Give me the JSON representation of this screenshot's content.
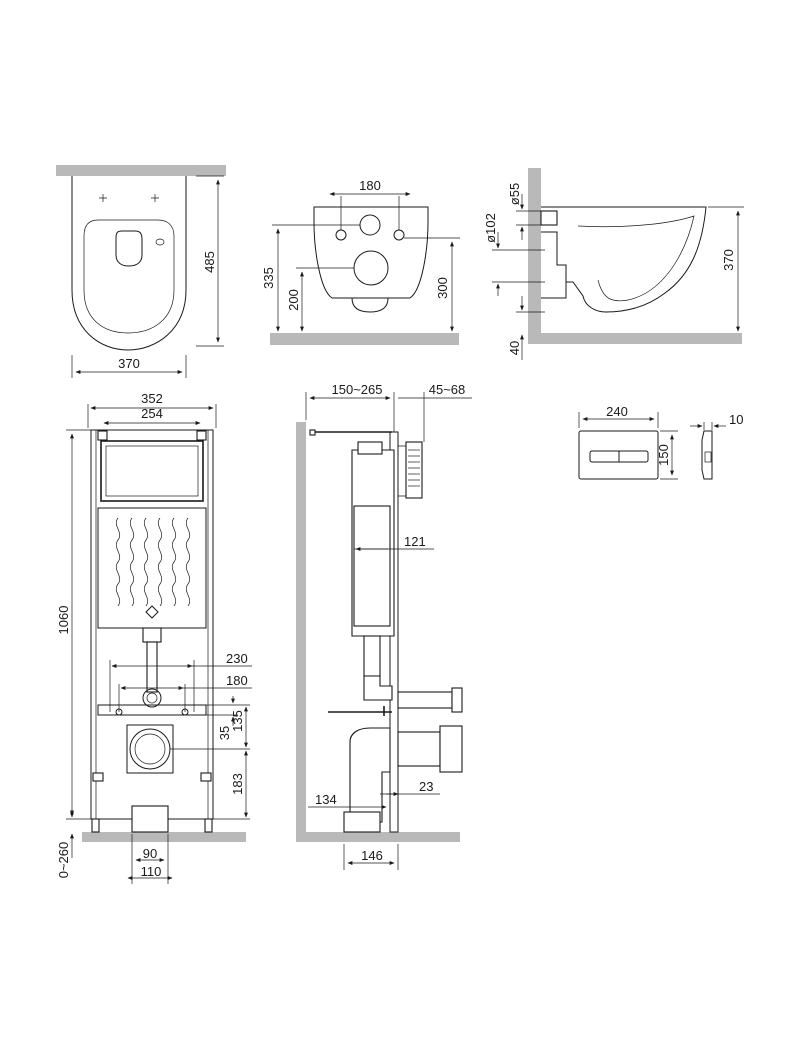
{
  "dimensions": {
    "bowl_top_width": "370",
    "bowl_top_depth": "485",
    "bowl_front_hole_spacing": "180",
    "bowl_front_height_335": "335",
    "bowl_front_height_200": "200",
    "bowl_front_height_300": "300",
    "bowl_side_d55": "ø55",
    "bowl_side_d102": "ø102",
    "bowl_side_40": "40",
    "bowl_side_370": "370",
    "frame_width_352": "352",
    "frame_width_254": "254",
    "frame_height_1060": "1060",
    "frame_leg_0_260": "0~260",
    "frame_230": "230",
    "frame_180": "180",
    "frame_135": "135",
    "frame_35": "35",
    "frame_183": "183",
    "frame_90": "90",
    "frame_110": "110",
    "frame_side_150_265": "150~265",
    "frame_side_45_68": "45~68",
    "frame_side_121": "121",
    "frame_side_134": "134",
    "frame_side_23": "23",
    "frame_side_146": "146",
    "plate_width": "240",
    "plate_height": "150",
    "plate_depth": "10"
  },
  "colors": {
    "line": "#1a1a1a",
    "wall": "#b9b9b9",
    "background": "#ffffff"
  }
}
